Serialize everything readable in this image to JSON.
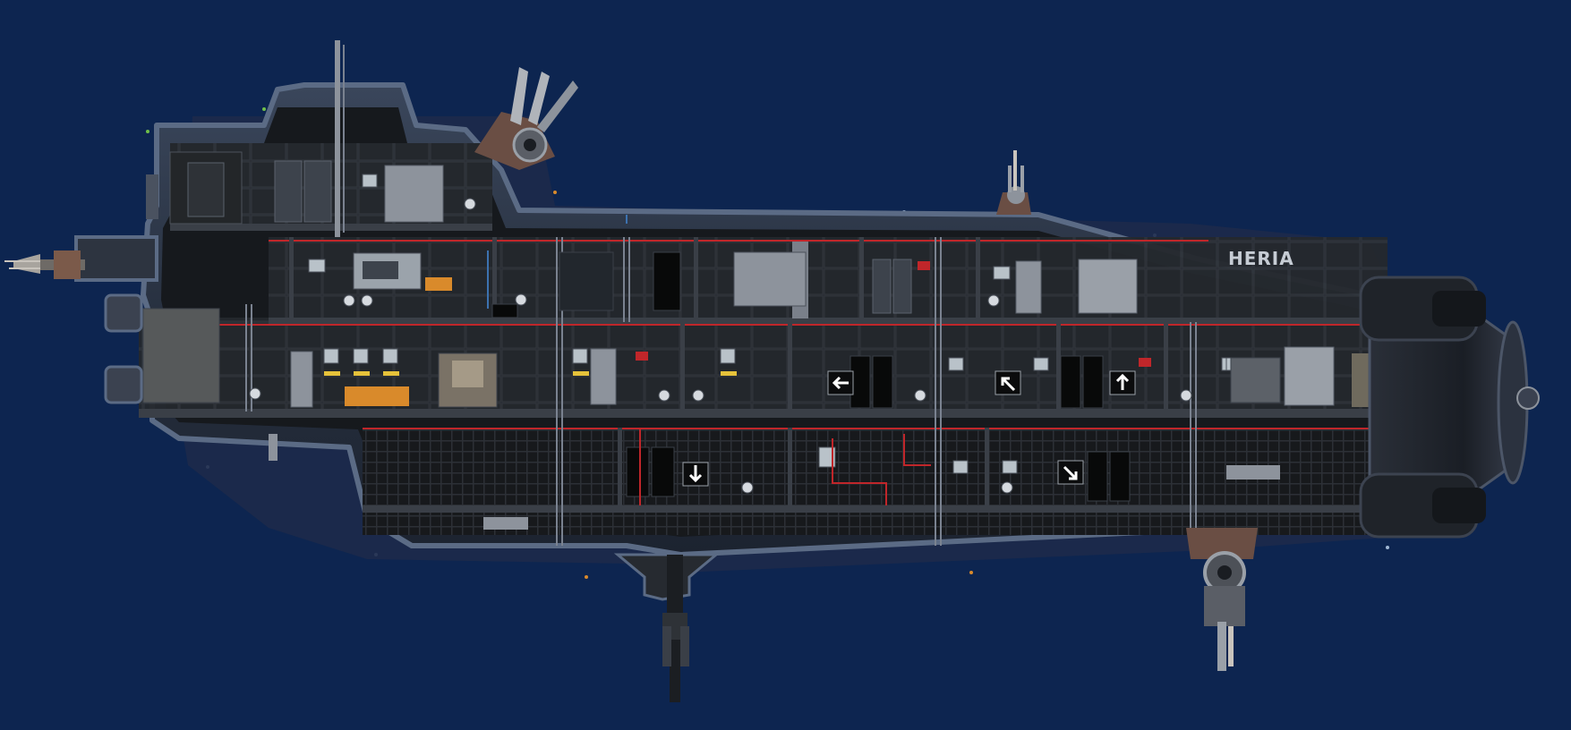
{
  "scene": {
    "background_color": "#0d2550",
    "hull_color": "#2a3344",
    "hull_edge_color": "#5b6b85",
    "interior_color": "#16191d",
    "accent_red": "#c0262a",
    "accent_orange": "#d98a2b",
    "accent_green": "#6fbf4a"
  },
  "ship": {
    "name": "HERIA",
    "view": "side-cutaway",
    "decks": 3,
    "weapons": [
      "top-front-turret",
      "top-mid-turret",
      "nose-coilgun",
      "bottom-rear-turret"
    ],
    "direction_signs": [
      "left-arrow",
      "up-left-arrow",
      "up-arrow",
      "down-arrow",
      "down-right-arrow"
    ]
  }
}
